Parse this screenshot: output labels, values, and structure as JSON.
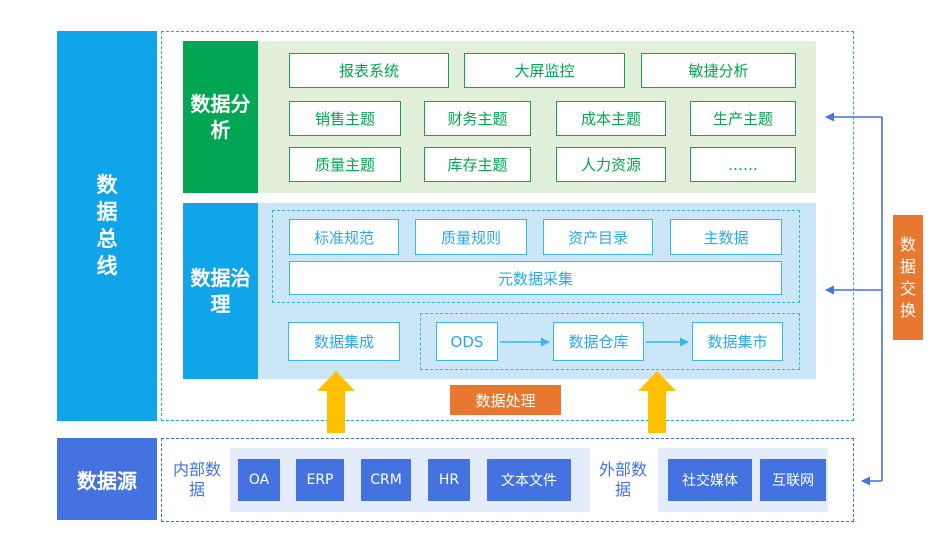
{
  "colors": {
    "bus_blue": "#10a4e8",
    "source_blue": "#4472e0",
    "analysis_green": "#00a651",
    "green_band": "#e2efda",
    "governance_blue": "#10a4e8",
    "blue_band": "#cbe7f7",
    "orange": "#e8782f",
    "arrow_yellow": "#ffc000",
    "connector_blue": "#4472e0",
    "dashed_cyan": "#1faee0"
  },
  "left_rail": {
    "bus_label": "数据总线",
    "source_label": "数据源"
  },
  "analysis": {
    "tab_label": "数据分析",
    "row1": [
      "报表系统",
      "大屏监控",
      "敏捷分析"
    ],
    "row2": [
      "销售主题",
      "财务主题",
      "成本主题",
      "生产主题"
    ],
    "row3": [
      "质量主题",
      "库存主题",
      "人力资源",
      "……"
    ]
  },
  "governance": {
    "tab_label": "数据治理",
    "meta_row": [
      "标准规范",
      "质量规则",
      "资产目录",
      "主数据"
    ],
    "meta_wide": "元数据采集",
    "integration": "数据集成",
    "pipeline": [
      "ODS",
      "数据仓库",
      "数据集市"
    ]
  },
  "processing": {
    "label": "数据处理"
  },
  "exchange": {
    "label": "数据交换"
  },
  "sources": {
    "internal_label": "内部数据",
    "internal_items": [
      "OA",
      "ERP",
      "CRM",
      "HR",
      "文本文件"
    ],
    "external_label": "外部数据",
    "external_items": [
      "社交媒体",
      "互联网"
    ]
  }
}
